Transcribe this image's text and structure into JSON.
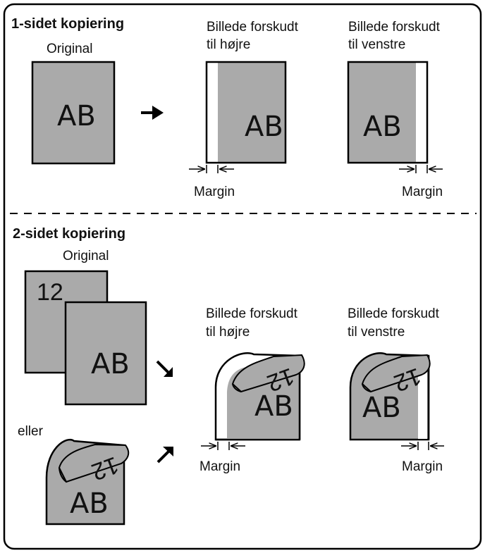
{
  "section1": {
    "title": "1-sidet kopiering",
    "original_label": "Original",
    "shift_right_line1": "Billede forskudt",
    "shift_right_line2": "til højre",
    "shift_left_line1": "Billede forskudt",
    "shift_left_line2": "til venstre",
    "page_text": "AB",
    "margin_label": "Margin"
  },
  "section2": {
    "title": "2-sidet kopiering",
    "original_label": "Original",
    "back_page_number": "12",
    "page_text": "AB",
    "or_label": "eller",
    "shift_right_line1": "Billede forskudt",
    "shift_right_line2": "til højre",
    "shift_left_line1": "Billede forskudt",
    "shift_left_line2": "til venstre",
    "margin_label": "Margin"
  },
  "colors": {
    "page_fill": "#aaaaaa",
    "outline": "#000000",
    "background": "#ffffff"
  },
  "icons": [
    "arrow-right-icon",
    "arrow-down-right-icon",
    "arrow-up-right-icon",
    "margin-indicator-icon"
  ]
}
